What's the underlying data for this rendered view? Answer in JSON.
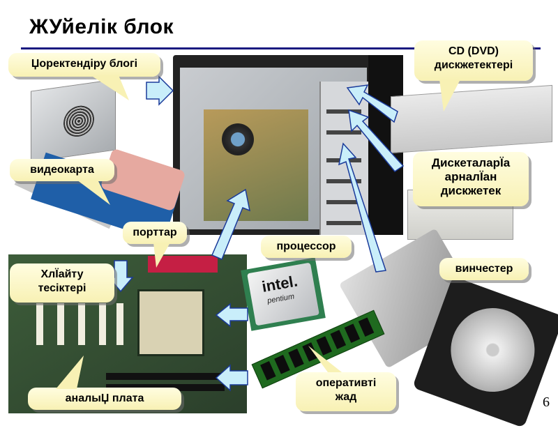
{
  "slide": {
    "title": "ЖУйелік блок",
    "page_number": "6",
    "accent_color": "#1a1a80"
  },
  "callouts": {
    "power_supply": "Џоректендіру блогі",
    "cd_dvd_line1": "CD (DVD)",
    "cd_dvd_line2": "дискжетектері",
    "videocard": "видеокарта",
    "floppy_line1": "ДискеталарЇа",
    "floppy_line2": "арналЇан",
    "floppy_line3": "дискжетек",
    "ports": "порттар",
    "processor": "процессор",
    "expansion_line1": "ХлЇайту",
    "expansion_line2": "тесіктері",
    "hdd": "винчестер",
    "motherboard": "аналыЏ плата",
    "ram_line1": "оперативті",
    "ram_line2": "жад"
  },
  "cpu_label": {
    "brand": "intel.",
    "model": "pentium"
  },
  "colors": {
    "callout_fill": "#fffde0",
    "arrow_fill": "#c9eefa",
    "arrow_stroke": "#1a3a9a"
  }
}
